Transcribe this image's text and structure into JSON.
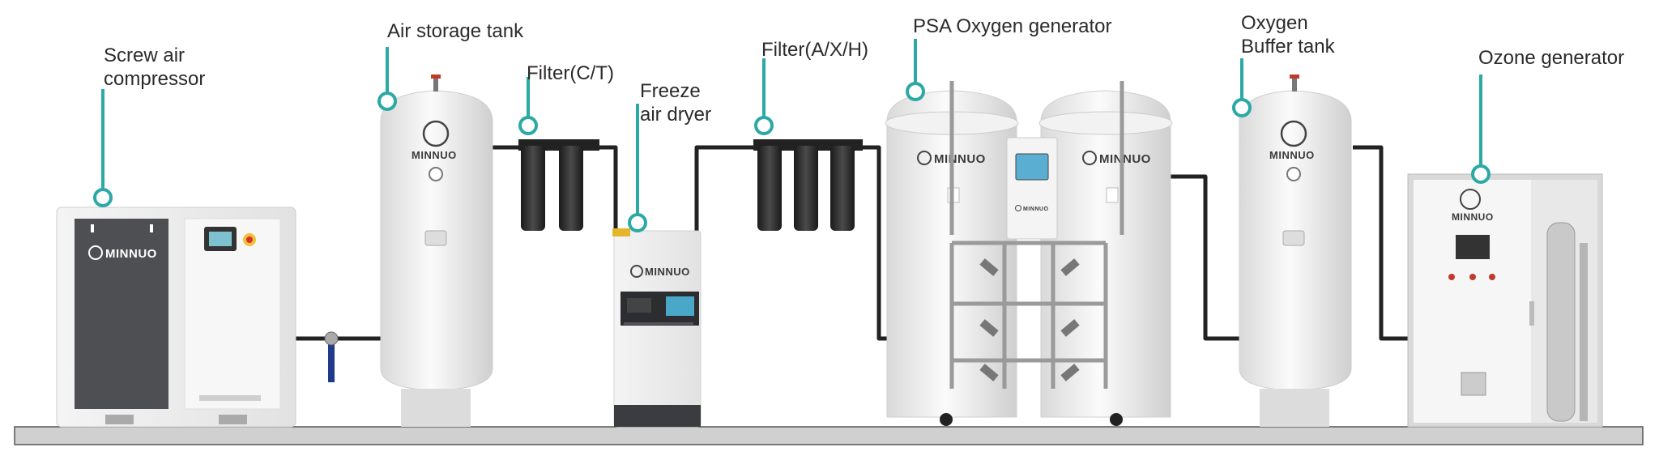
{
  "labels": {
    "screw_air_compressor_line1": "Screw air",
    "screw_air_compressor_line2": "compressor",
    "air_storage_tank": "Air storage tank",
    "filter_ct": "Filter(C/T)",
    "freeze_air_dryer_line1": "Freeze",
    "freeze_air_dryer_line2": "air dryer",
    "filter_axh": "Filter(A/X/H)",
    "psa_oxygen_generator": "PSA Oxygen generator",
    "oxygen_buffer_tank_line1": "Oxygen",
    "oxygen_buffer_tank_line2": "Buffer tank",
    "ozone_generator": "Ozone generator"
  },
  "brand": "MINNUO",
  "colors": {
    "callout_accent": "#2aa9a5",
    "equipment_body": "#ececec",
    "compressor_panel": "#4d4f52",
    "pipe": "#222222",
    "floor": "#cfcfcf"
  }
}
